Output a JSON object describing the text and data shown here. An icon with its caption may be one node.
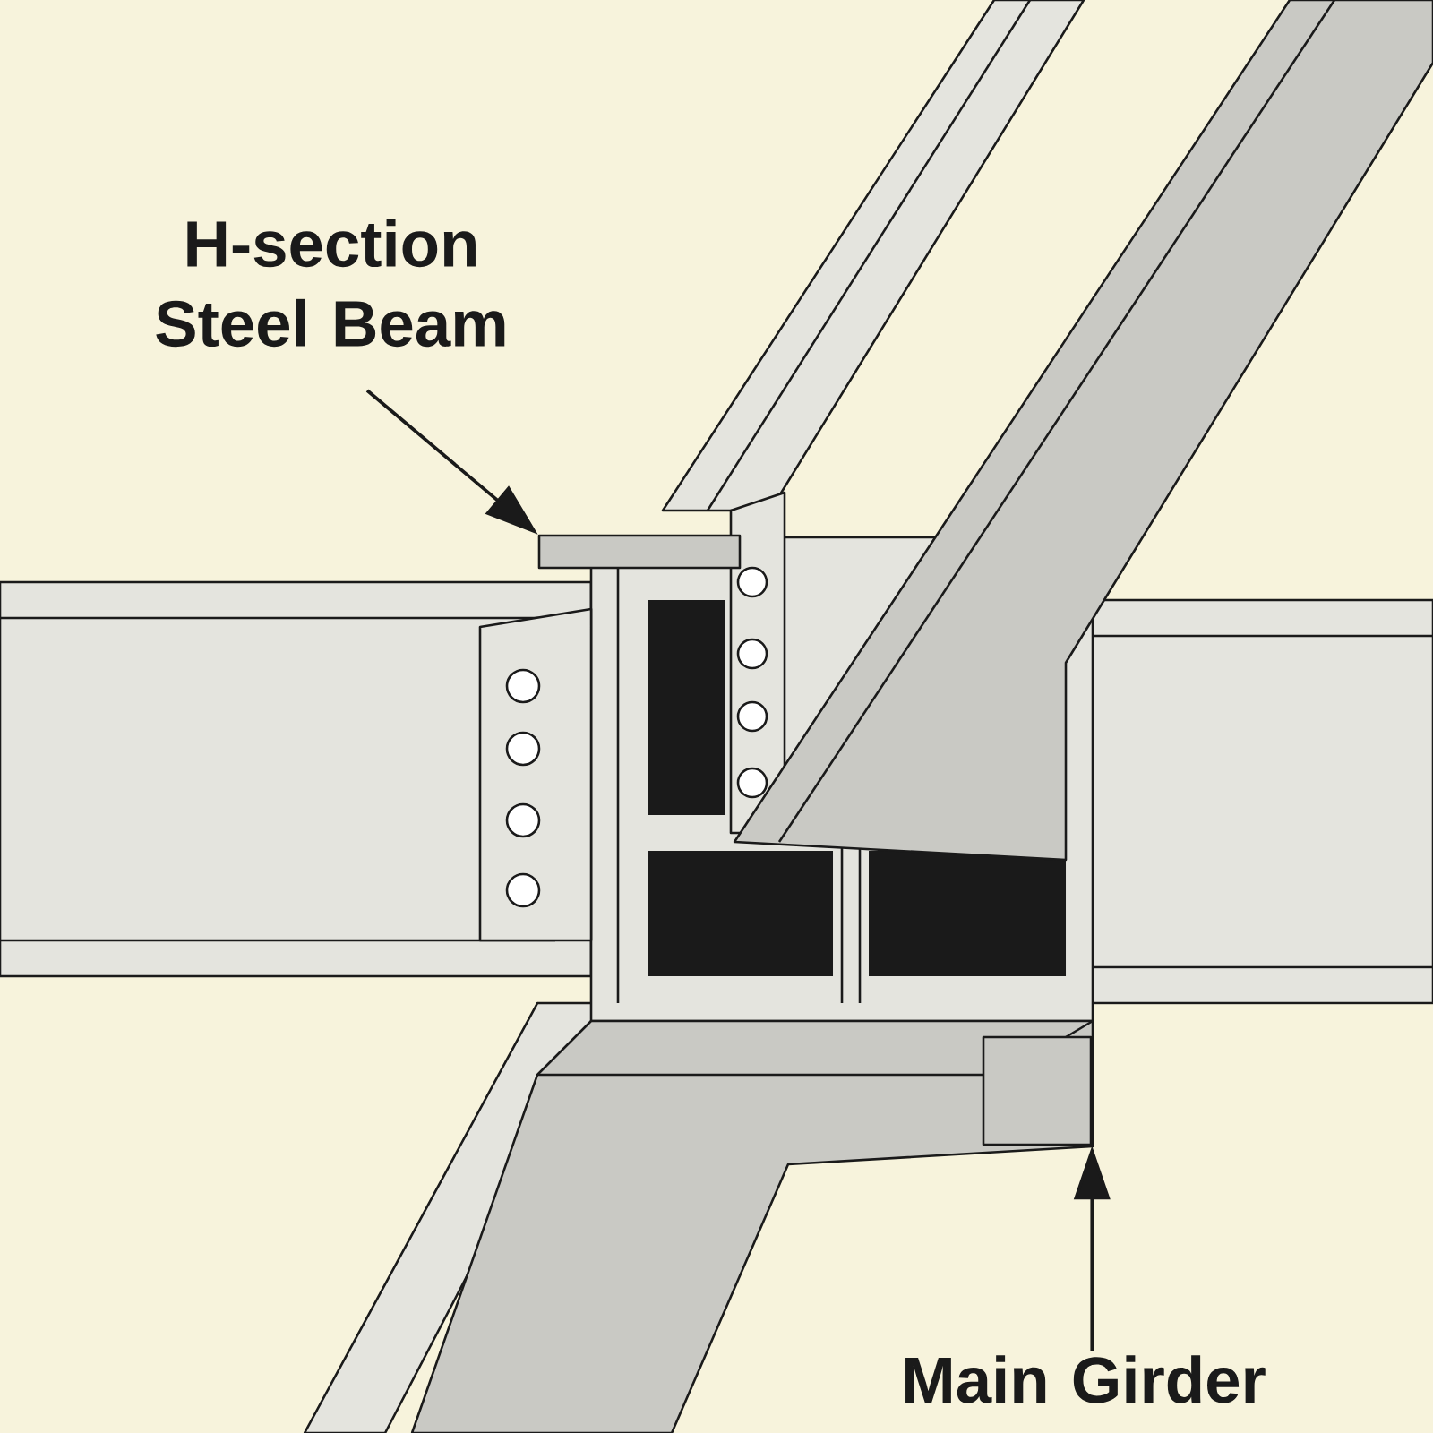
{
  "diagram": {
    "nodes": [
      {
        "text": [
          "H-section Steel Beam"
        ]
      },
      {
        "text": [],
        "shape": "box"
      },
      {
        "text": [
          "Main Girder"
        ]
      },
      {
        "text": [],
        "shape": "box"
      }
    ],
    "edges": [
      {
        "from": 0,
        "to": 1,
        "arrow": "to"
      },
      {
        "from": 2,
        "to": 3,
        "arrow": "to"
      }
    ]
  }
}
